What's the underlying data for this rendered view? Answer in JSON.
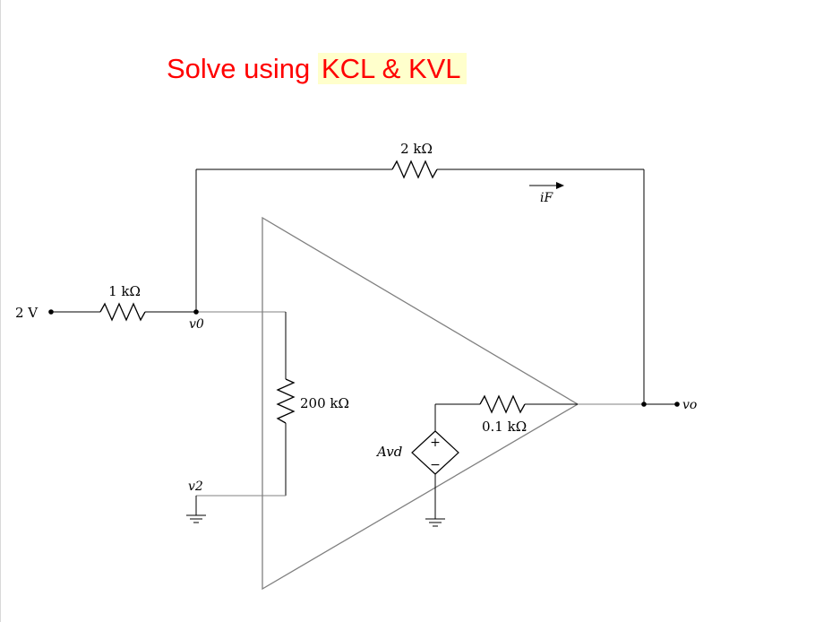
{
  "title": {
    "text": "Solve using ",
    "highlight": "KCL & KVL"
  },
  "labels": {
    "source": "2 V",
    "r_in": "1 kΩ",
    "r_feedback": "2 kΩ",
    "r_input_resistance": "200 kΩ",
    "r_output": "0.1 kΩ",
    "node_v0": "v0",
    "node_v2": "v2",
    "node_vo": "vo",
    "current_if": "iF",
    "dep_source": "Avd",
    "dep_plus": "+",
    "dep_minus": "−"
  },
  "colors": {
    "title": "#ff0000",
    "highlight": "#ffffcc",
    "wire": "#000000",
    "opamp": "#808080"
  }
}
